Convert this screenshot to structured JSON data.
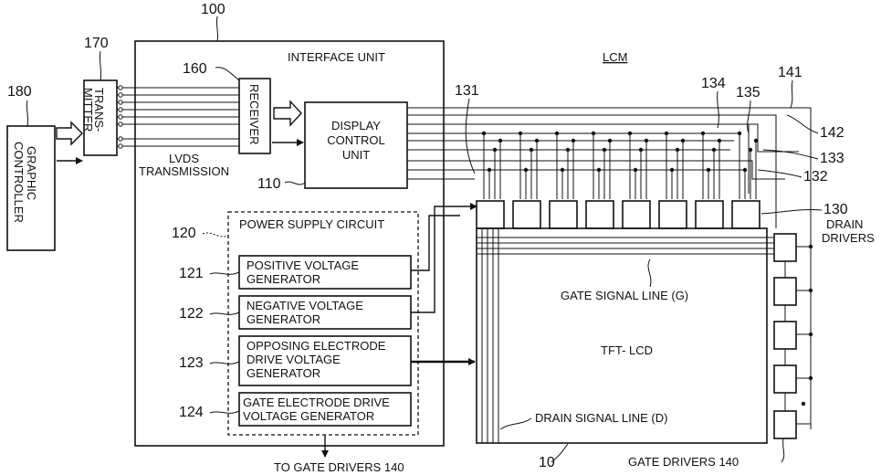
{
  "refs": {
    "interface_unit": "100",
    "transmitter": "170",
    "graphic_controller": "180",
    "receiver": "160",
    "display_control_unit": "110",
    "power_supply": "120",
    "pos_gen": "121",
    "neg_gen": "122",
    "opp_gen": "123",
    "gate_gen": "124",
    "drain_drivers": "130",
    "r131": "131",
    "r132": "132",
    "r133": "133",
    "r134": "134",
    "r135": "135",
    "r141": "141",
    "r142": "142",
    "panel": "10"
  },
  "labels": {
    "interface_unit": "INTERFACE UNIT",
    "lcm": "LCM",
    "graphic_controller": [
      "GRAPHIC",
      "CONTROLLER"
    ],
    "transmitter": [
      "TRANS-",
      "MITTER"
    ],
    "receiver": "RECEIVER",
    "lvds": [
      "LVDS",
      "TRANSMISSION"
    ],
    "display_control": [
      "DISPLAY",
      "CONTROL",
      "UNIT"
    ],
    "power_supply": "POWER SUPPLY CIRCUIT",
    "pos_gen": [
      "POSITIVE VOLTAGE",
      "GENERATOR"
    ],
    "neg_gen": [
      "NEGATIVE VOLTAGE",
      "GENERATOR"
    ],
    "opp_gen": [
      "OPPOSING ELECTRODE",
      "DRIVE VOLTAGE",
      "GENERATOR"
    ],
    "gate_gen": [
      "GATE ELECTRODE DRIVE",
      "VOLTAGE GENERATOR"
    ],
    "drain_drivers": [
      "DRAIN",
      "DRIVERS"
    ],
    "gate_signal_line": "GATE SIGNAL LINE (G)",
    "tft_lcd": "TFT- LCD",
    "drain_signal_line": "DRAIN SIGNAL LINE (D)",
    "gate_drivers": "GATE DRIVERS 140",
    "to_gate_drivers": "TO GATE DRIVERS 140"
  }
}
